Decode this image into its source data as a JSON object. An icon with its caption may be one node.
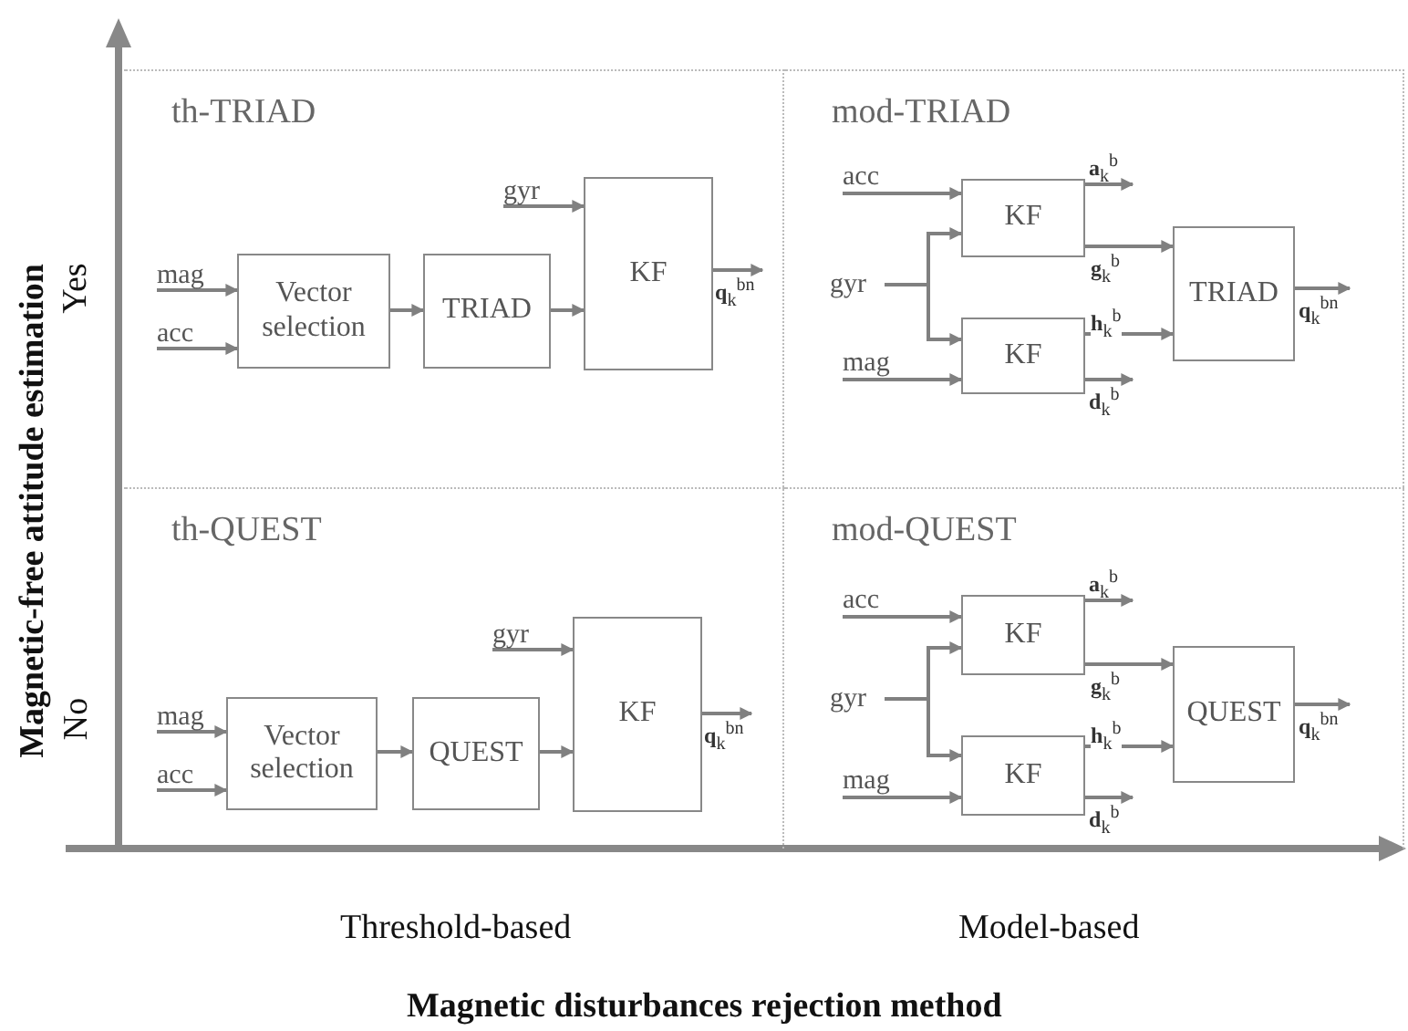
{
  "diagram": {
    "nodes": [
      {
        "text": [
          "th-TRIAD"
        ]
      },
      {
        "text": [
          "mag"
        ],
        "in": 0
      },
      {
        "text": [
          "acc"
        ],
        "in": 0
      },
      {
        "text": [
          "gyr"
        ],
        "in": 0
      },
      {
        "text": [
          "Vector selection"
        ],
        "in": 0
      },
      {
        "text": [
          "TRIAD"
        ],
        "in": 0
      },
      {
        "text": [
          "KF"
        ],
        "in": 0
      },
      {
        "text": [
          "**q**$_{k}$$^{bn}$"
        ],
        "in": 0
      },
      {
        "text": [
          "mod-TRIAD"
        ]
      },
      {
        "text": [
          "acc"
        ],
        "in": 8
      },
      {
        "text": [
          "gyr"
        ],
        "in": 8
      },
      {
        "text": [
          "mag"
        ],
        "in": 8
      },
      {
        "text": [
          "KF"
        ],
        "in": 8
      },
      {
        "text": [
          "KF"
        ],
        "in": 8
      },
      {
        "text": [
          "**a**$_{k}$$^{b}$"
        ],
        "in": 8
      },
      {
        "text": [
          "**d**$_{k}$$^{b}$"
        ],
        "in": 8
      },
      {
        "text": [
          "TRIAD"
        ],
        "in": 8
      },
      {
        "text": [
          "**q**$_{k}$$^{bn}$"
        ],
        "in": 8
      },
      {
        "text": [
          "th-QUEST"
        ]
      },
      {
        "text": [
          "mag"
        ],
        "in": 18
      },
      {
        "text": [
          "acc"
        ],
        "in": 18
      },
      {
        "text": [
          "gyr"
        ],
        "in": 18
      },
      {
        "text": [
          "Vector selection"
        ],
        "in": 18
      },
      {
        "text": [
          "QUEST"
        ],
        "in": 18
      },
      {
        "text": [
          "KF"
        ],
        "in": 18
      },
      {
        "text": [
          "**q**$_{k}$$^{bn}$"
        ],
        "in": 18
      },
      {
        "text": [
          "mod-QUEST"
        ]
      },
      {
        "text": [
          "acc"
        ],
        "in": 26
      },
      {
        "text": [
          "gyr"
        ],
        "in": 26
      },
      {
        "text": [
          "mag"
        ],
        "in": 26
      },
      {
        "text": [
          "KF"
        ],
        "in": 26
      },
      {
        "text": [
          "KF"
        ],
        "in": 26
      },
      {
        "text": [
          "**a**$_{k}$$^{b}$"
        ],
        "in": 26
      },
      {
        "text": [
          "**d**$_{k}$$^{b}$"
        ],
        "in": 26
      },
      {
        "text": [
          "QUEST"
        ],
        "in": 26
      },
      {
        "text": [
          "**q**$_{k}$$^{bn}$"
        ],
        "in": 26
      }
    ],
    "edges": [
      {
        "from": 1,
        "to": 4,
        "arrow": "to"
      },
      {
        "from": 2,
        "to": 4,
        "arrow": "to"
      },
      {
        "from": 4,
        "to": 5,
        "arrow": "to"
      },
      {
        "from": 5,
        "to": 6,
        "arrow": "to"
      },
      {
        "from": 3,
        "to": 6,
        "arrow": "to"
      },
      {
        "from": 6,
        "to": 7,
        "arrow": "to"
      },
      {
        "from": 9,
        "to": 12,
        "arrow": "to"
      },
      {
        "from": 10,
        "to": 12,
        "arrow": "to"
      },
      {
        "from": 10,
        "to": 13,
        "arrow": "to"
      },
      {
        "from": 11,
        "to": 13,
        "arrow": "to"
      },
      {
        "from": 12,
        "to": 14,
        "arrow": "to"
      },
      {
        "from": 12,
        "to": 16,
        "arrow": "to",
        "label": "**g**$_{k}$$^{b}$"
      },
      {
        "from": 13,
        "to": 16,
        "arrow": "to",
        "label": "**h**$_{k}$$^{b}$"
      },
      {
        "from": 13,
        "to": 15,
        "arrow": "to"
      },
      {
        "from": 16,
        "to": 17,
        "arrow": "to"
      },
      {
        "from": 19,
        "to": 22,
        "arrow": "to"
      },
      {
        "from": 20,
        "to": 22,
        "arrow": "to"
      },
      {
        "from": 22,
        "to": 23,
        "arrow": "to"
      },
      {
        "from": 23,
        "to": 24,
        "arrow": "to"
      },
      {
        "from": 21,
        "to": 24,
        "arrow": "to"
      },
      {
        "from": 24,
        "to": 25,
        "arrow": "to"
      },
      {
        "from": 27,
        "to": 30,
        "arrow": "to"
      },
      {
        "from": 28,
        "to": 30,
        "arrow": "to"
      },
      {
        "from": 28,
        "to": 31,
        "arrow": "to"
      },
      {
        "from": 29,
        "to": 31,
        "arrow": "to"
      },
      {
        "from": 30,
        "to": 32,
        "arrow": "to"
      },
      {
        "from": 30,
        "to": 34,
        "arrow": "to",
        "label": "**g**$_{k}$$^{b}$"
      },
      {
        "from": 31,
        "to": 34,
        "arrow": "to",
        "label": "**h**$_{k}$$^{b}$"
      },
      {
        "from": 31,
        "to": 33,
        "arrow": "to"
      },
      {
        "from": 34,
        "to": 35,
        "arrow": "to"
      }
    ],
    "labels": [
      "Magnetic-free attitude estimation",
      "Yes",
      "No",
      "Threshold-based",
      "Model-based",
      "Magnetic disturbances rejection method"
    ]
  }
}
